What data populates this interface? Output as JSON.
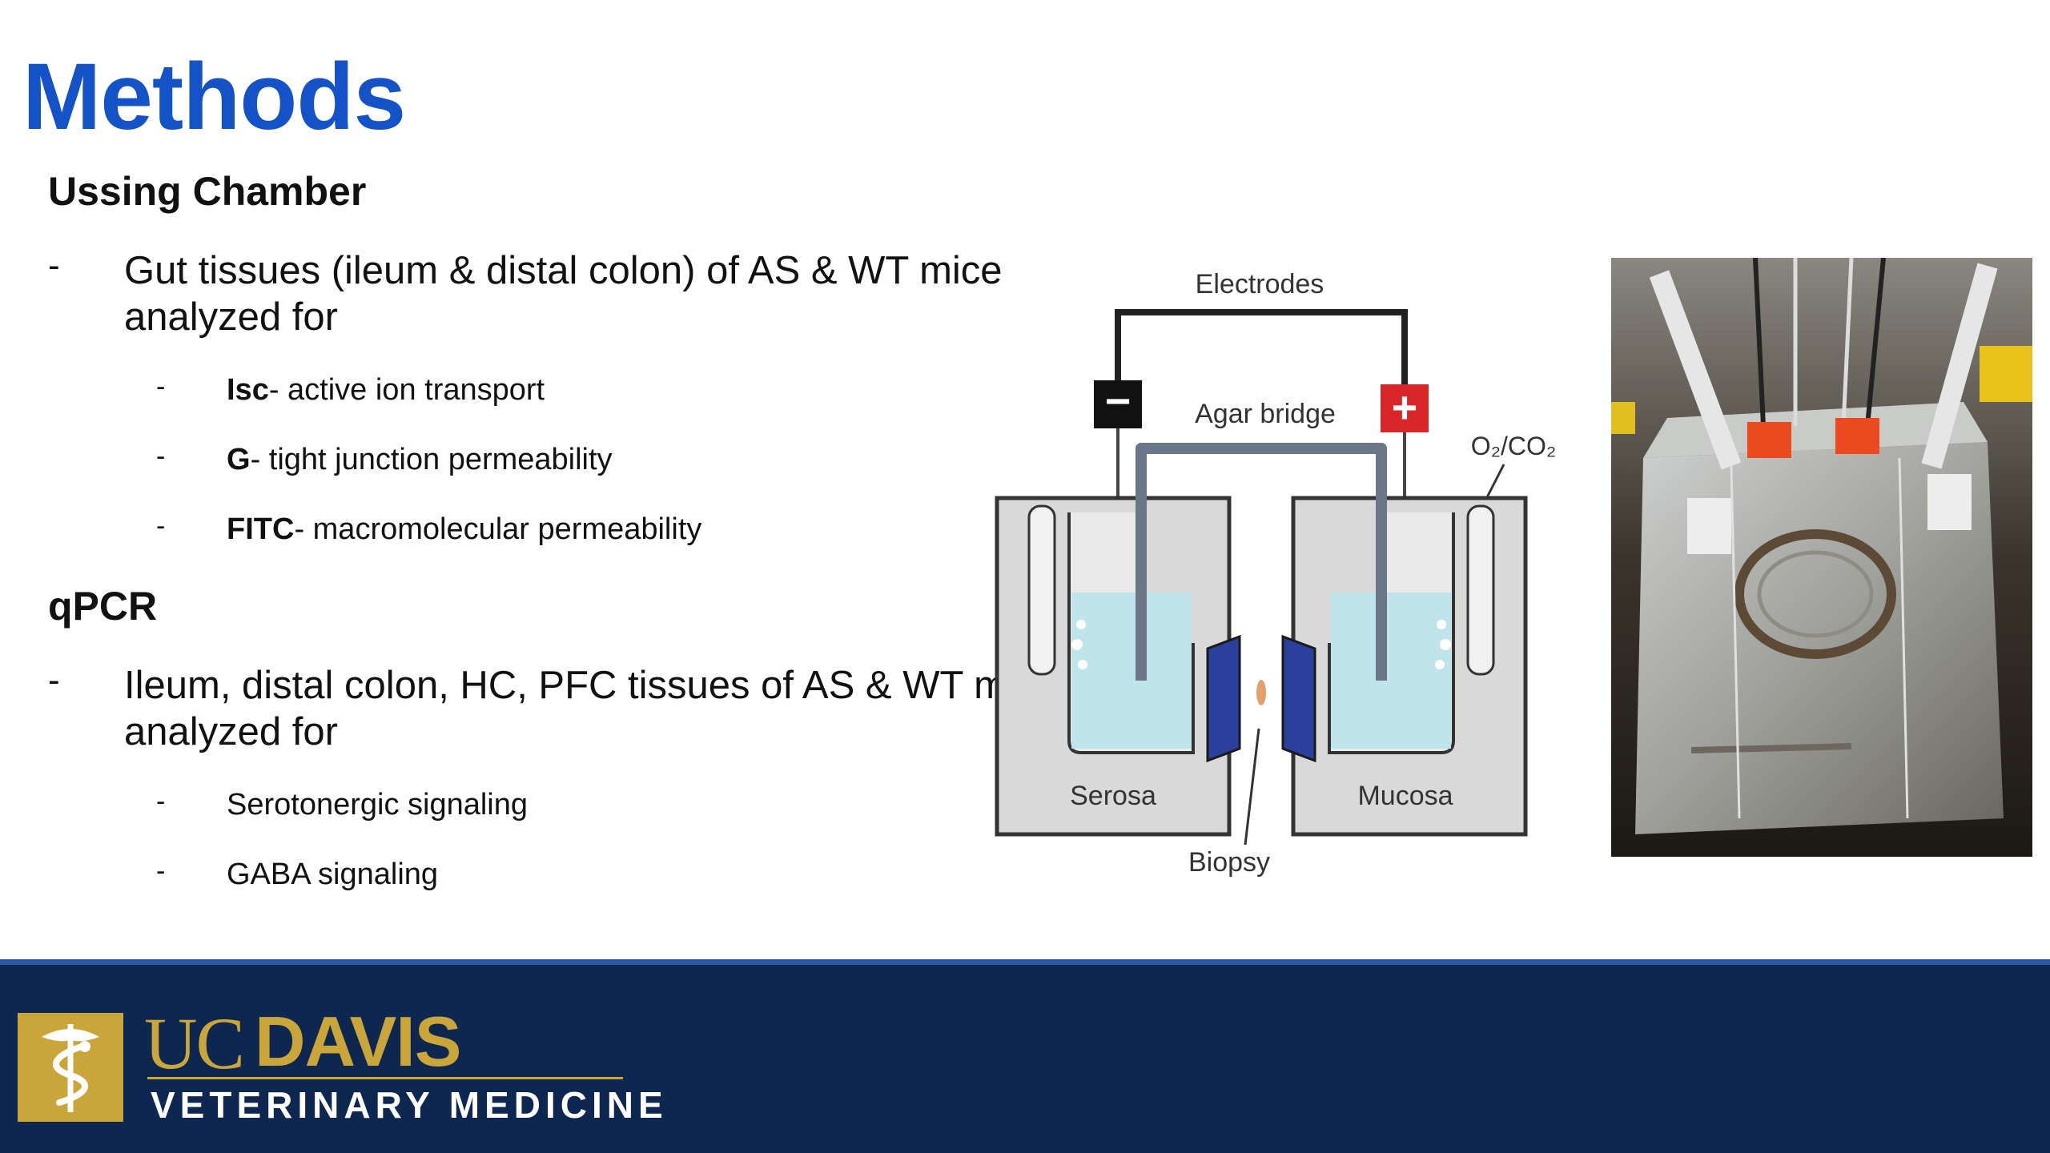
{
  "slide": {
    "title": "Methods"
  },
  "ussing": {
    "heading": "Ussing Chamber",
    "bullet": {
      "dash": "-",
      "text": "Gut tissues (ileum & distal colon) of AS & WT mice analyzed for"
    },
    "subs": [
      {
        "dash": "-",
        "bold": "Isc",
        "rest": "- active ion transport"
      },
      {
        "dash": "-",
        "bold": "G",
        "rest": "- tight junction permeability"
      },
      {
        "dash": "-",
        "bold": "FITC",
        "rest": "- macromolecular permeability"
      }
    ]
  },
  "qpcr": {
    "heading": "qPCR",
    "bullet": {
      "dash": "-",
      "text": "Ileum, distal colon, HC, PFC tissues of AS & WT mice analyzed for"
    },
    "subs": [
      {
        "dash": "-",
        "text": "Serotonergic signaling"
      },
      {
        "dash": "-",
        "text": "GABA signaling"
      }
    ]
  },
  "diagram": {
    "electrodes": "Electrodes",
    "agar_bridge": "Agar bridge",
    "gas": "O₂/CO₂",
    "serosa": "Serosa",
    "mucosa": "Mucosa",
    "biopsy": "Biopsy",
    "minus": "−",
    "plus": "+"
  },
  "footer": {
    "uc": "UC",
    "davis": "DAVIS",
    "subtitle": "VETERINARY MEDICINE",
    "colors": {
      "navy": "#0e2751",
      "gold": "#c9a53a"
    }
  },
  "icons": {
    "logo": "caduceus-icon"
  }
}
